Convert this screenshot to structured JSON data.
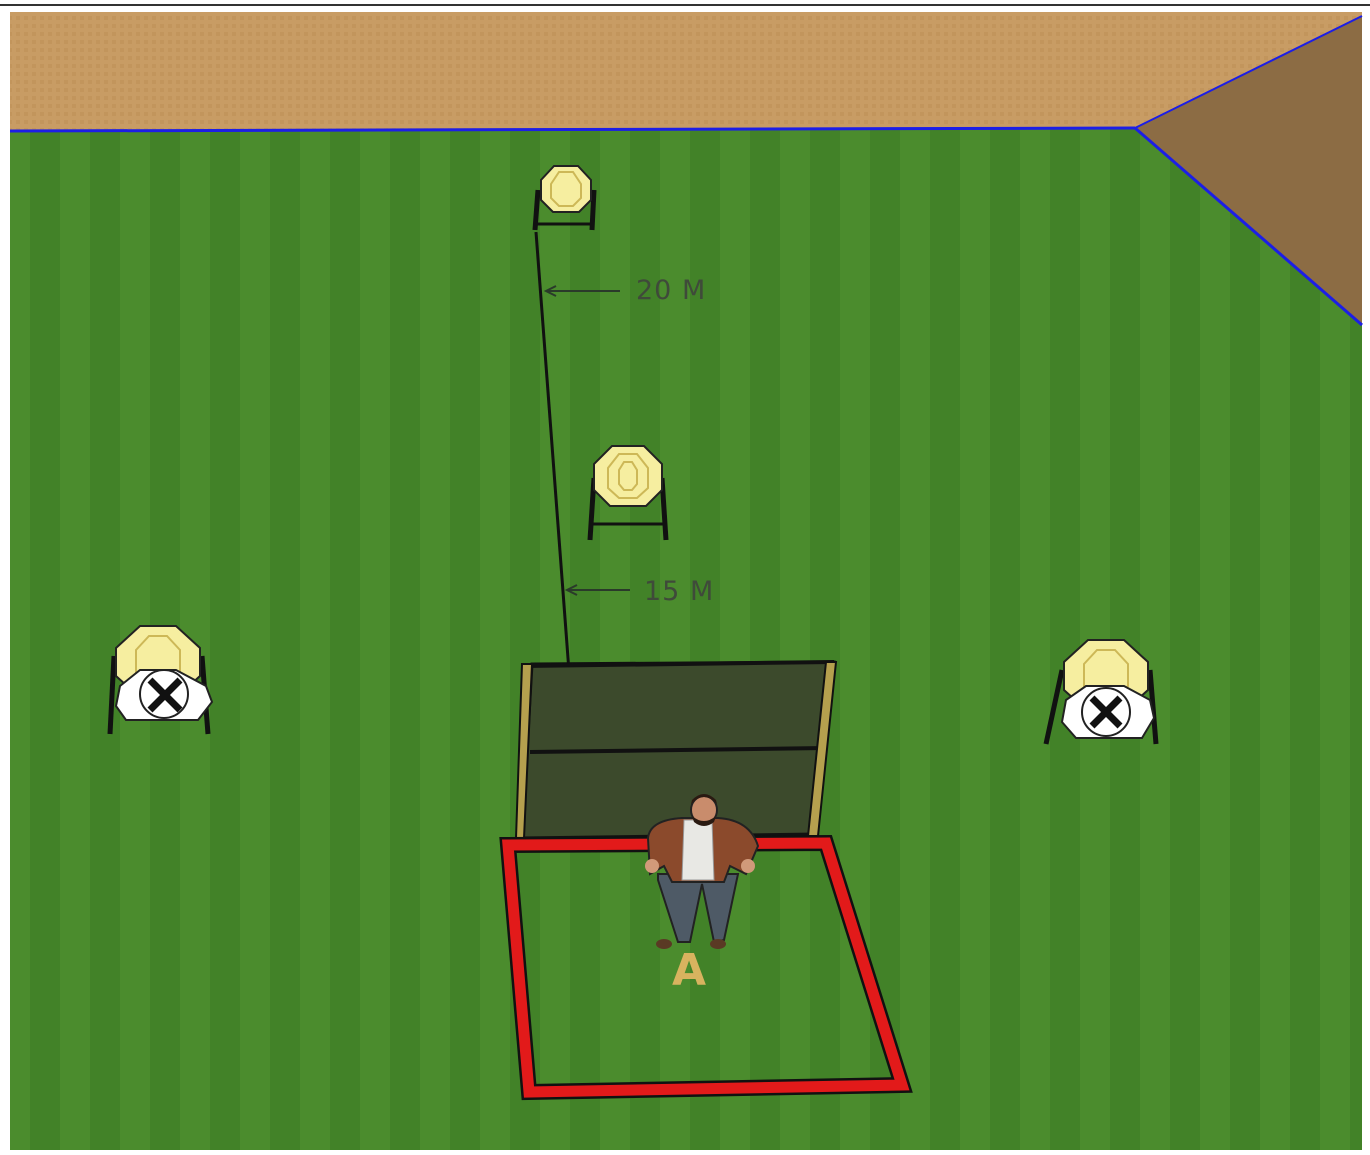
{
  "scene": {
    "colors": {
      "grass": "#4a8a2c",
      "grass_stripe": "#3f7d25",
      "wall": "#c69a62",
      "wall_side": "#8a6a42",
      "horizon_line": "#1c1ee6",
      "shooting_box": "#e21a1a",
      "target_face": "#f6eea0",
      "target_ring": "#e8d472",
      "no_shoot_face": "#ffffff",
      "barricade_panel": "#3c4a2c",
      "barricade_post": "#b5a04e"
    },
    "labels": {
      "far_distance": "20 M",
      "near_distance": "15 M",
      "shooting_box": "A"
    },
    "targets": [
      {
        "name": "far-target",
        "type": "shoot"
      },
      {
        "name": "mid-target",
        "type": "shoot"
      },
      {
        "name": "left-target",
        "type": "shoot-with-no-shoot"
      },
      {
        "name": "right-target",
        "type": "shoot-with-no-shoot"
      }
    ],
    "icons": [
      "target-icon",
      "no-shoot-icon",
      "person-icon",
      "barricade-icon"
    ]
  }
}
